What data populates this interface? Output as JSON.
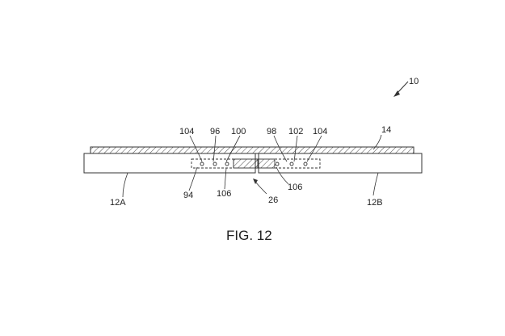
{
  "figure": {
    "caption": "FIG. 12",
    "labels": {
      "device": "10",
      "cover": "14",
      "housing_a": "12A",
      "housing_b": "12B",
      "hinge": "26",
      "left_94": "94",
      "left_96": "96",
      "left_100": "100",
      "left_104": "104",
      "left_106": "106",
      "right_98": "98",
      "right_102": "102",
      "right_104": "104",
      "right_106": "106"
    }
  },
  "colors": {
    "ink": "#333333",
    "background": "#ffffff"
  }
}
